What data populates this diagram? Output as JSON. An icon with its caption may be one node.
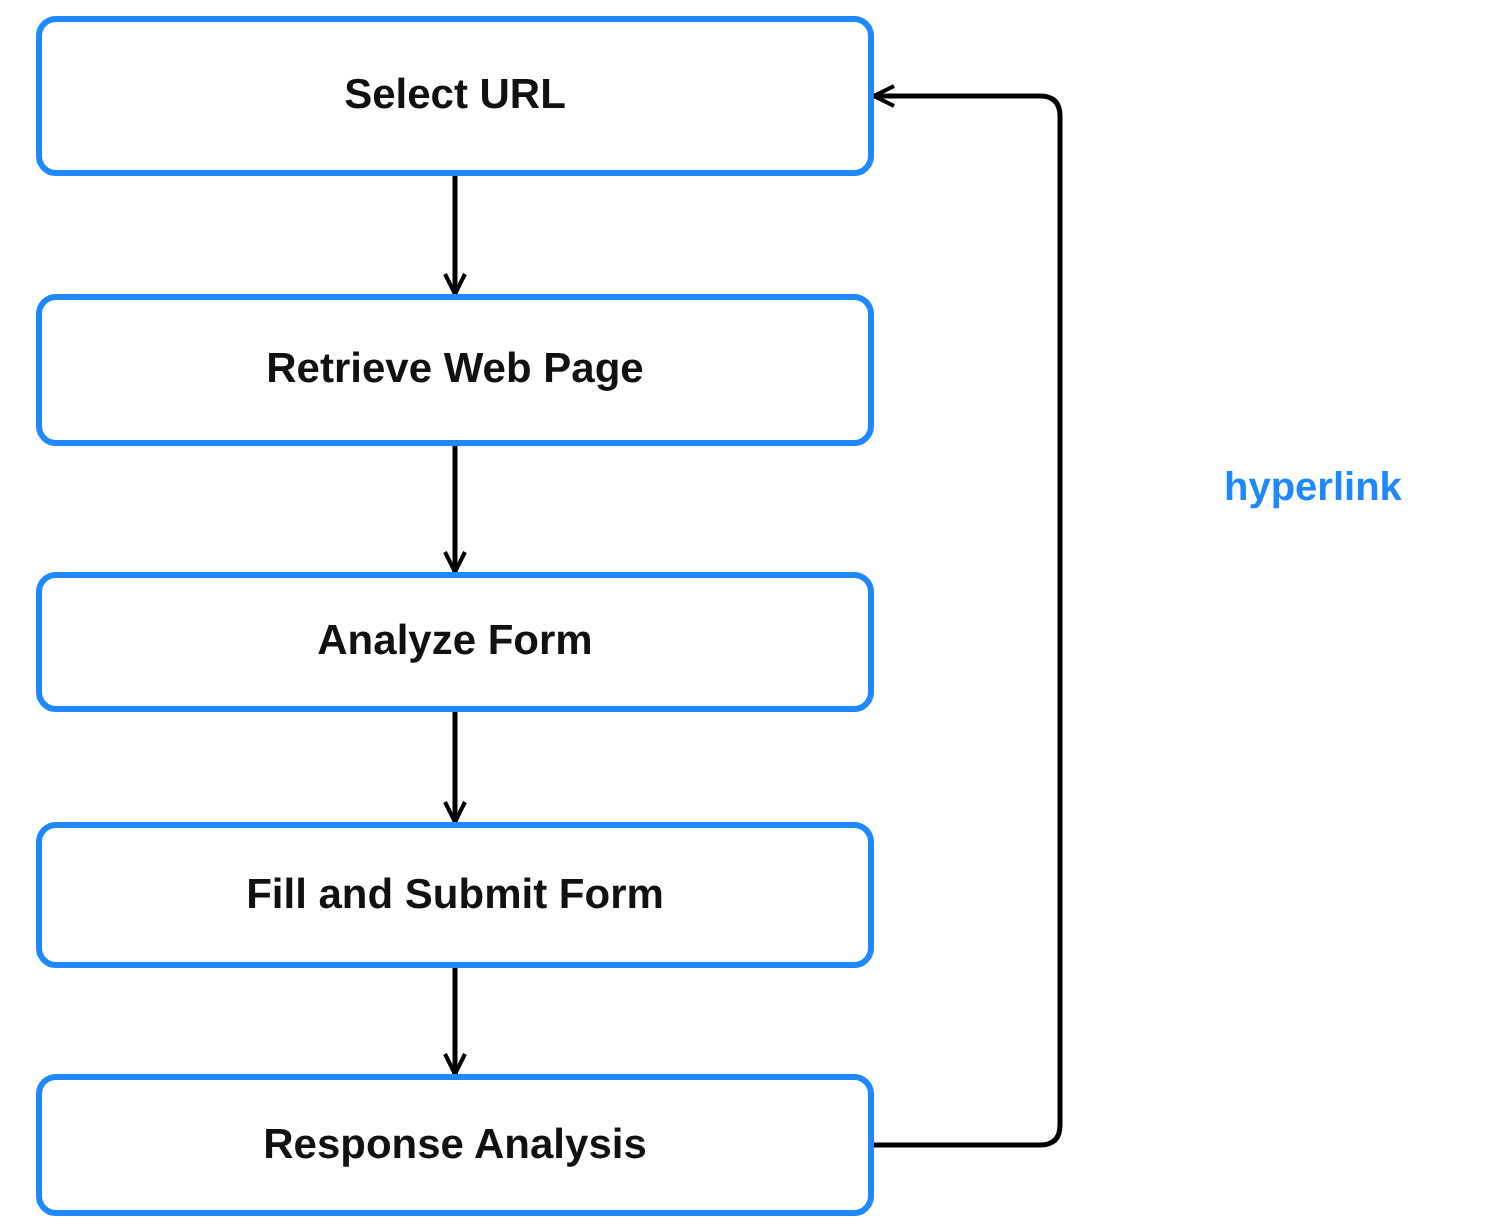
{
  "diagram": {
    "nodes": [
      {
        "text": [
          "Select URL"
        ]
      },
      {
        "text": [
          "Retrieve Web Page"
        ]
      },
      {
        "text": [
          "Analyze Form"
        ]
      },
      {
        "text": [
          "Fill and Submit Form"
        ]
      },
      {
        "text": [
          "Response Analysis"
        ]
      }
    ],
    "edges": [
      {
        "from": 0,
        "to": 1,
        "arrow": "to"
      },
      {
        "from": 1,
        "to": 2,
        "arrow": "to"
      },
      {
        "from": 2,
        "to": 3,
        "arrow": "to"
      },
      {
        "from": 3,
        "to": 4,
        "arrow": "to"
      },
      {
        "from": 4,
        "to": 0,
        "arrow": "to"
      }
    ],
    "labels": [
      "hyperlink"
    ]
  }
}
